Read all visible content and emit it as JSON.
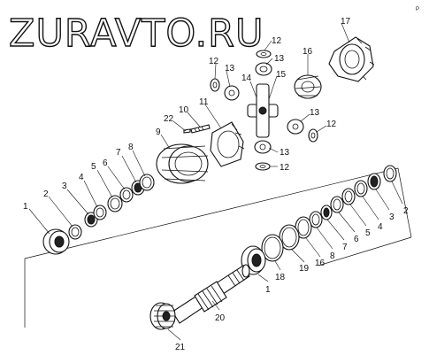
{
  "watermark": "ZURAVTO.RU",
  "corner_mark": "P",
  "callouts": {
    "c1_left": "1",
    "c2_left": "2",
    "c3_left": "3",
    "c4_left": "4",
    "c5_left": "5",
    "c6_left": "6",
    "c7_left": "7",
    "c8_left": "8",
    "c9": "9",
    "c10": "10",
    "c11": "11",
    "c12_top": "12",
    "c12_left": "12",
    "c12_right": "12",
    "c12_bottom": "12",
    "c13_top": "13",
    "c13_left": "13",
    "c13_right": "13",
    "c13_bottom": "13",
    "c14": "14",
    "c15": "15",
    "c16_top": "16",
    "c17": "17",
    "c22": "22",
    "c2_right": "2",
    "c3_right": "3",
    "c4_right": "4",
    "c5_right": "5",
    "c6_right": "6",
    "c7_right": "7",
    "c8_right": "8",
    "c16_bottom": "16",
    "c19": "19",
    "c18": "18",
    "c1_bottom": "1",
    "c20": "20",
    "c21": "21"
  }
}
